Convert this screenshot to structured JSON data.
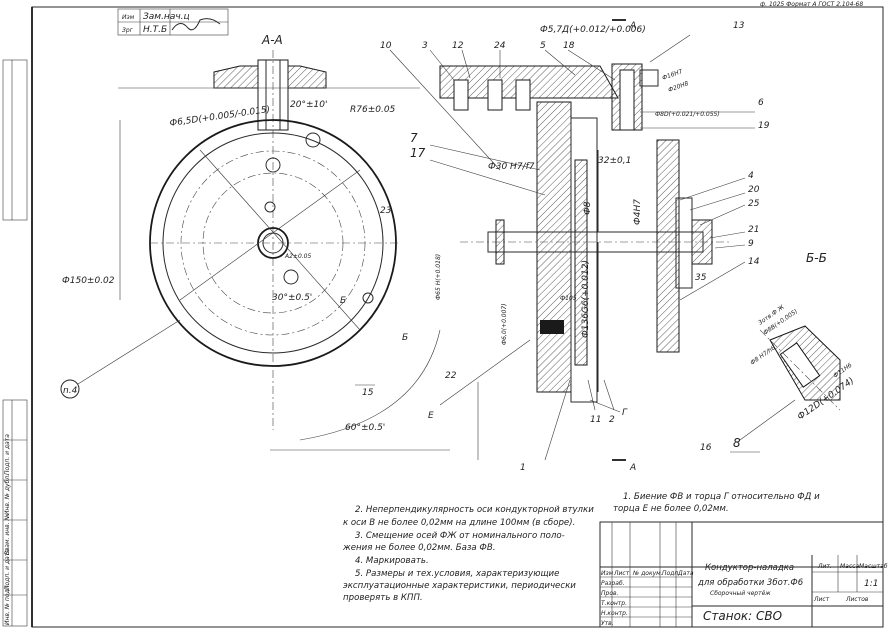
{
  "stamp": {
    "text": "ф. 1025 Формат А ГОСТ 2.104-68"
  },
  "title_block_top": {
    "row1": "Изм",
    "row1b": "Зам.нач.ц",
    "row2": "Зрг",
    "row2b": "Н.Т.Б"
  },
  "view_aa": {
    "label": "А-А",
    "dims": [
      "20°±10'",
      "R76±0.05",
      "Ф6,5D(+0.005/-0.015)",
      "Ф150±0.02",
      "A2±0.05",
      "30°±0.5'",
      "60°±0.5'"
    ],
    "callouts": [
      "n.4",
      "15",
      "23",
      "Б",
      "Б",
      "22"
    ]
  },
  "main_view": {
    "dims": [
      "Ф5,7Д(+0.012/+0.006)",
      "Ф16H7",
      "Ф20H8",
      "Ф8D(+0.021/+0.055)",
      "Ф30 H7/f7",
      "32±0,1",
      "Ф8",
      "Ф4H7",
      "Ф65 Н(+0.018)",
      "Ф136G6(+0.012)",
      "Ф6,0(+0.007)",
      "Ф105",
      "35"
    ],
    "callouts": [
      "10",
      "3",
      "12",
      "24",
      "5",
      "18",
      "13",
      "6",
      "19",
      "7",
      "17",
      "4",
      "20",
      "25",
      "21",
      "9",
      "14",
      "11",
      "2",
      "1",
      "Е",
      "Г",
      "А",
      "А"
    ]
  },
  "section_bb": {
    "label": "Б-Б",
    "dims": [
      "Ф8B(+0.005)",
      "3отв.Ф Ж",
      "Ф8 H7/h6",
      "Ф11H6",
      "Ф12D(+0.074)"
    ],
    "callouts": [
      "16",
      "8"
    ]
  },
  "notes": {
    "n1": "1. Биение ФВ и торца Г относительно ФД и",
    "n1b": "торца Е не более 0,02мм.",
    "n2": "2. Неперпендикулярность оси кондукторной втулки",
    "n2b": "к оси В не более 0,02мм на длине 100мм (в сборе).",
    "n3": "3. Смещение осей ФЖ от номинального поло-",
    "n3b": "жения не более 0,02мм. База ФВ.",
    "n4": "4. Маркировать.",
    "n5": "5. Размеры и тех.условия, характеризующие",
    "n5b": "эксплуатационные характеристики, периодически",
    "n5c": "проверять в КПП."
  },
  "title_block": {
    "title1": "Кондуктор-наладка",
    "title2": "для обработки 3бот.Ф6",
    "title3": "Сборочный чертёж",
    "machine": "Станок: СВО",
    "scale": "1:1",
    "lit": "Лит.",
    "mass": "Масса",
    "scale_lbl": "Масштаб",
    "sheet": "Лист",
    "sheets": "Листов",
    "rows": [
      "Изм",
      "Лист",
      "№ докум.",
      "Подп.",
      "Дата",
      "Разраб.",
      "Пров.",
      "Т.контр.",
      "Н.контр.",
      "Утв."
    ]
  },
  "side_stamp": {
    "a": "Инв. № подл.",
    "b": "Подп. и дата",
    "c": "Взам. инв. №",
    "d": "Инв. № дубл.",
    "e": "Подп. и дата"
  }
}
